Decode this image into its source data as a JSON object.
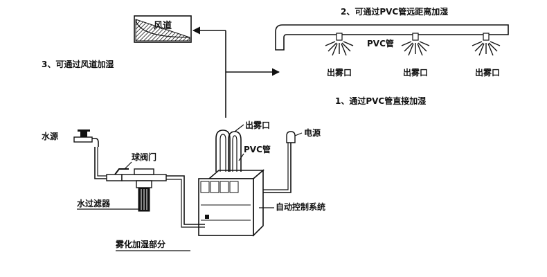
{
  "labels": {
    "duct": "风道",
    "note_duct": "3、可通过风道加湿",
    "note_long_distance": "2、可通过PVC管远距离加湿",
    "note_direct": "1、通过PVC管直接加湿",
    "pvc_pipe_top": "PVC管",
    "nozzle_1": "出雾口",
    "nozzle_2": "出雾口",
    "nozzle_3": "出雾口",
    "unit_outlet": "出雾口",
    "pvc_pipe_unit": "PVC管",
    "power": "电源",
    "water_source": "水源",
    "ball_valve": "球阀门",
    "water_filter": "水过滤器",
    "control_system": "自动控制系统",
    "atomizer_section": "雾化加湿部分"
  }
}
